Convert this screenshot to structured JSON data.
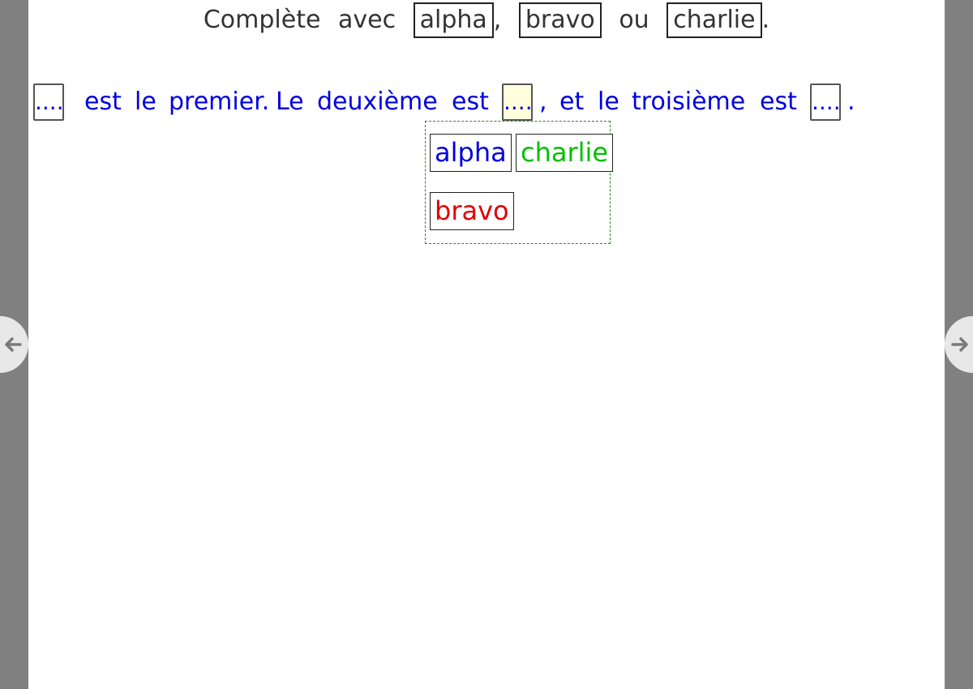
{
  "instruction": {
    "prefix_word1": "Complète",
    "prefix_word2": "avec",
    "options": [
      "alpha",
      "bravo",
      "charlie"
    ],
    "sep1": ",",
    "conj": "ou",
    "end": "."
  },
  "sentence": {
    "blank_placeholder": "....",
    "words": [
      "est",
      "le",
      "premier.",
      "Le",
      "deuxième",
      "est",
      ",",
      "et",
      "le",
      "troisième",
      "est",
      "."
    ]
  },
  "dropdown": {
    "choices": [
      {
        "label": "alpha",
        "color": "#0000e0"
      },
      {
        "label": "charlie",
        "color": "#00c000"
      },
      {
        "label": "bravo",
        "color": "#e00000"
      }
    ]
  },
  "nav": {
    "prev_icon": "arrow-left-icon",
    "next_icon": "arrow-right-icon"
  },
  "colors": {
    "sentence_text": "#0000e0",
    "active_blank_bg": "#ffffdd",
    "dropdown_border": "#228b22"
  }
}
